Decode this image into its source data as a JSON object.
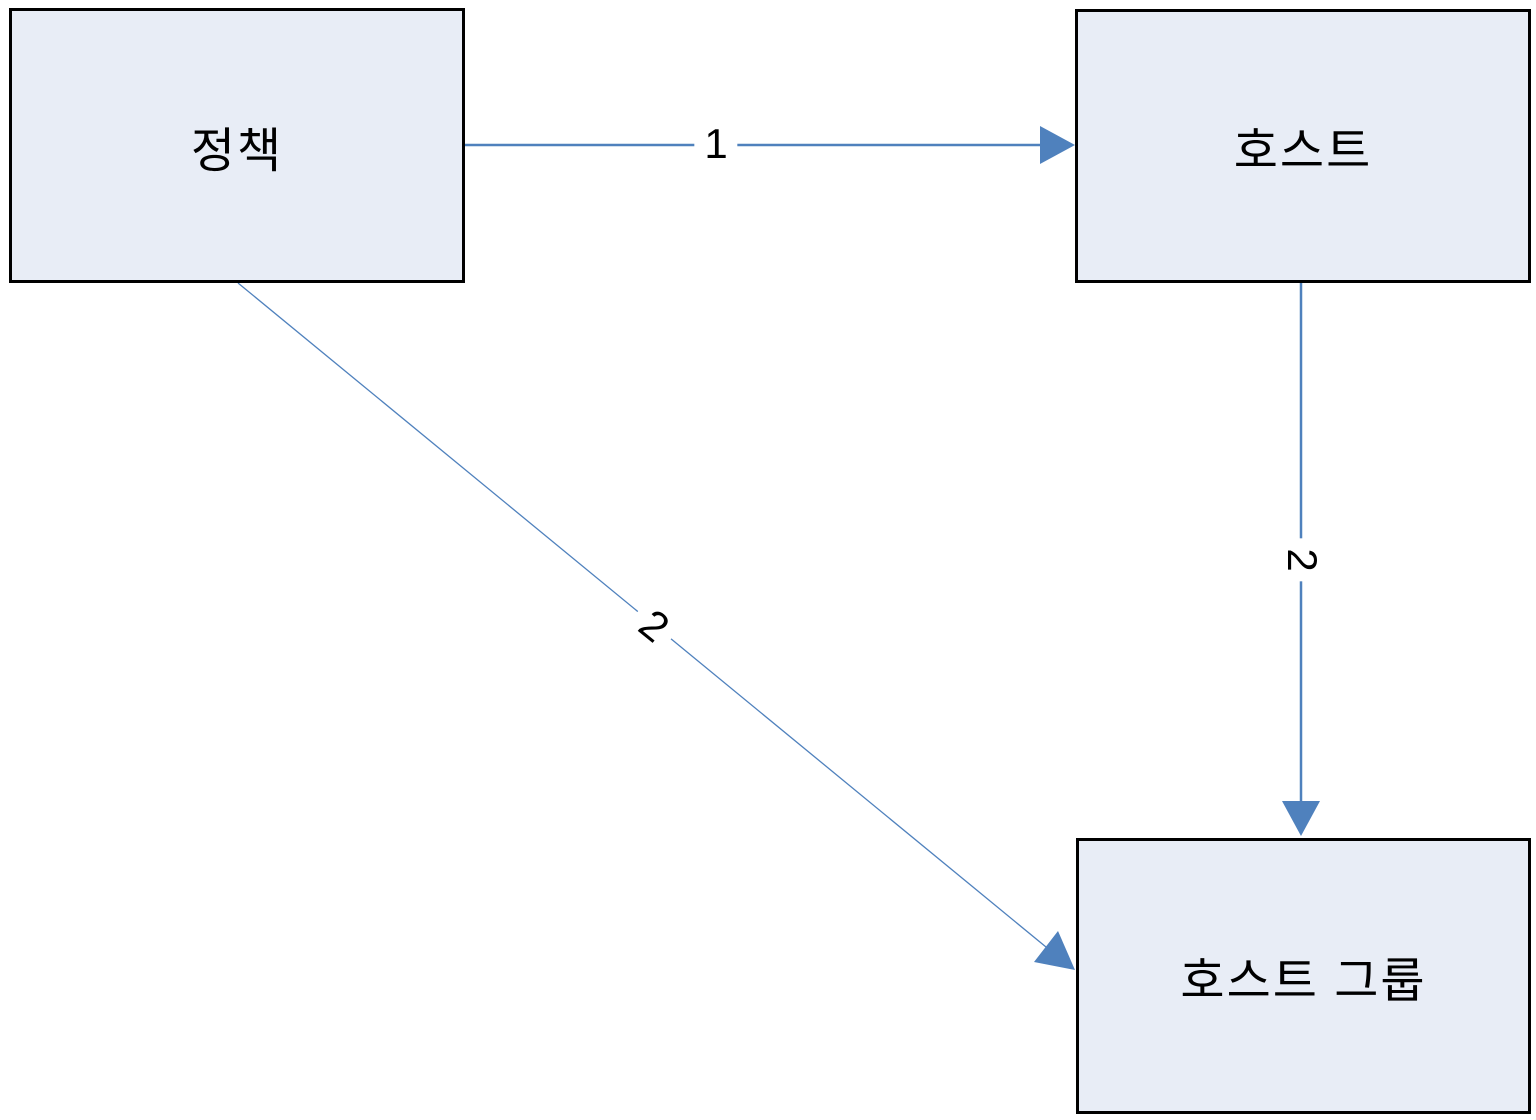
{
  "diagram": {
    "background_color": "#ffffff",
    "node_fill_color": "#e8edf6",
    "node_border_color": "#000000",
    "connector_color": "#4f81bd",
    "nodes": [
      {
        "id": "policy",
        "label": "정책"
      },
      {
        "id": "host",
        "label": "호스트"
      },
      {
        "id": "host-group",
        "label": "호스트 그룹"
      }
    ],
    "connectors": [
      {
        "from": "policy",
        "to": "host",
        "label": "1",
        "style": "solid horizontal arrow"
      },
      {
        "from": "host",
        "to": "host-group",
        "label": "2",
        "style": "solid vertical arrow"
      },
      {
        "from": "policy",
        "to": "host-group",
        "label": "2",
        "style": "thin diagonal arrow"
      }
    ]
  }
}
